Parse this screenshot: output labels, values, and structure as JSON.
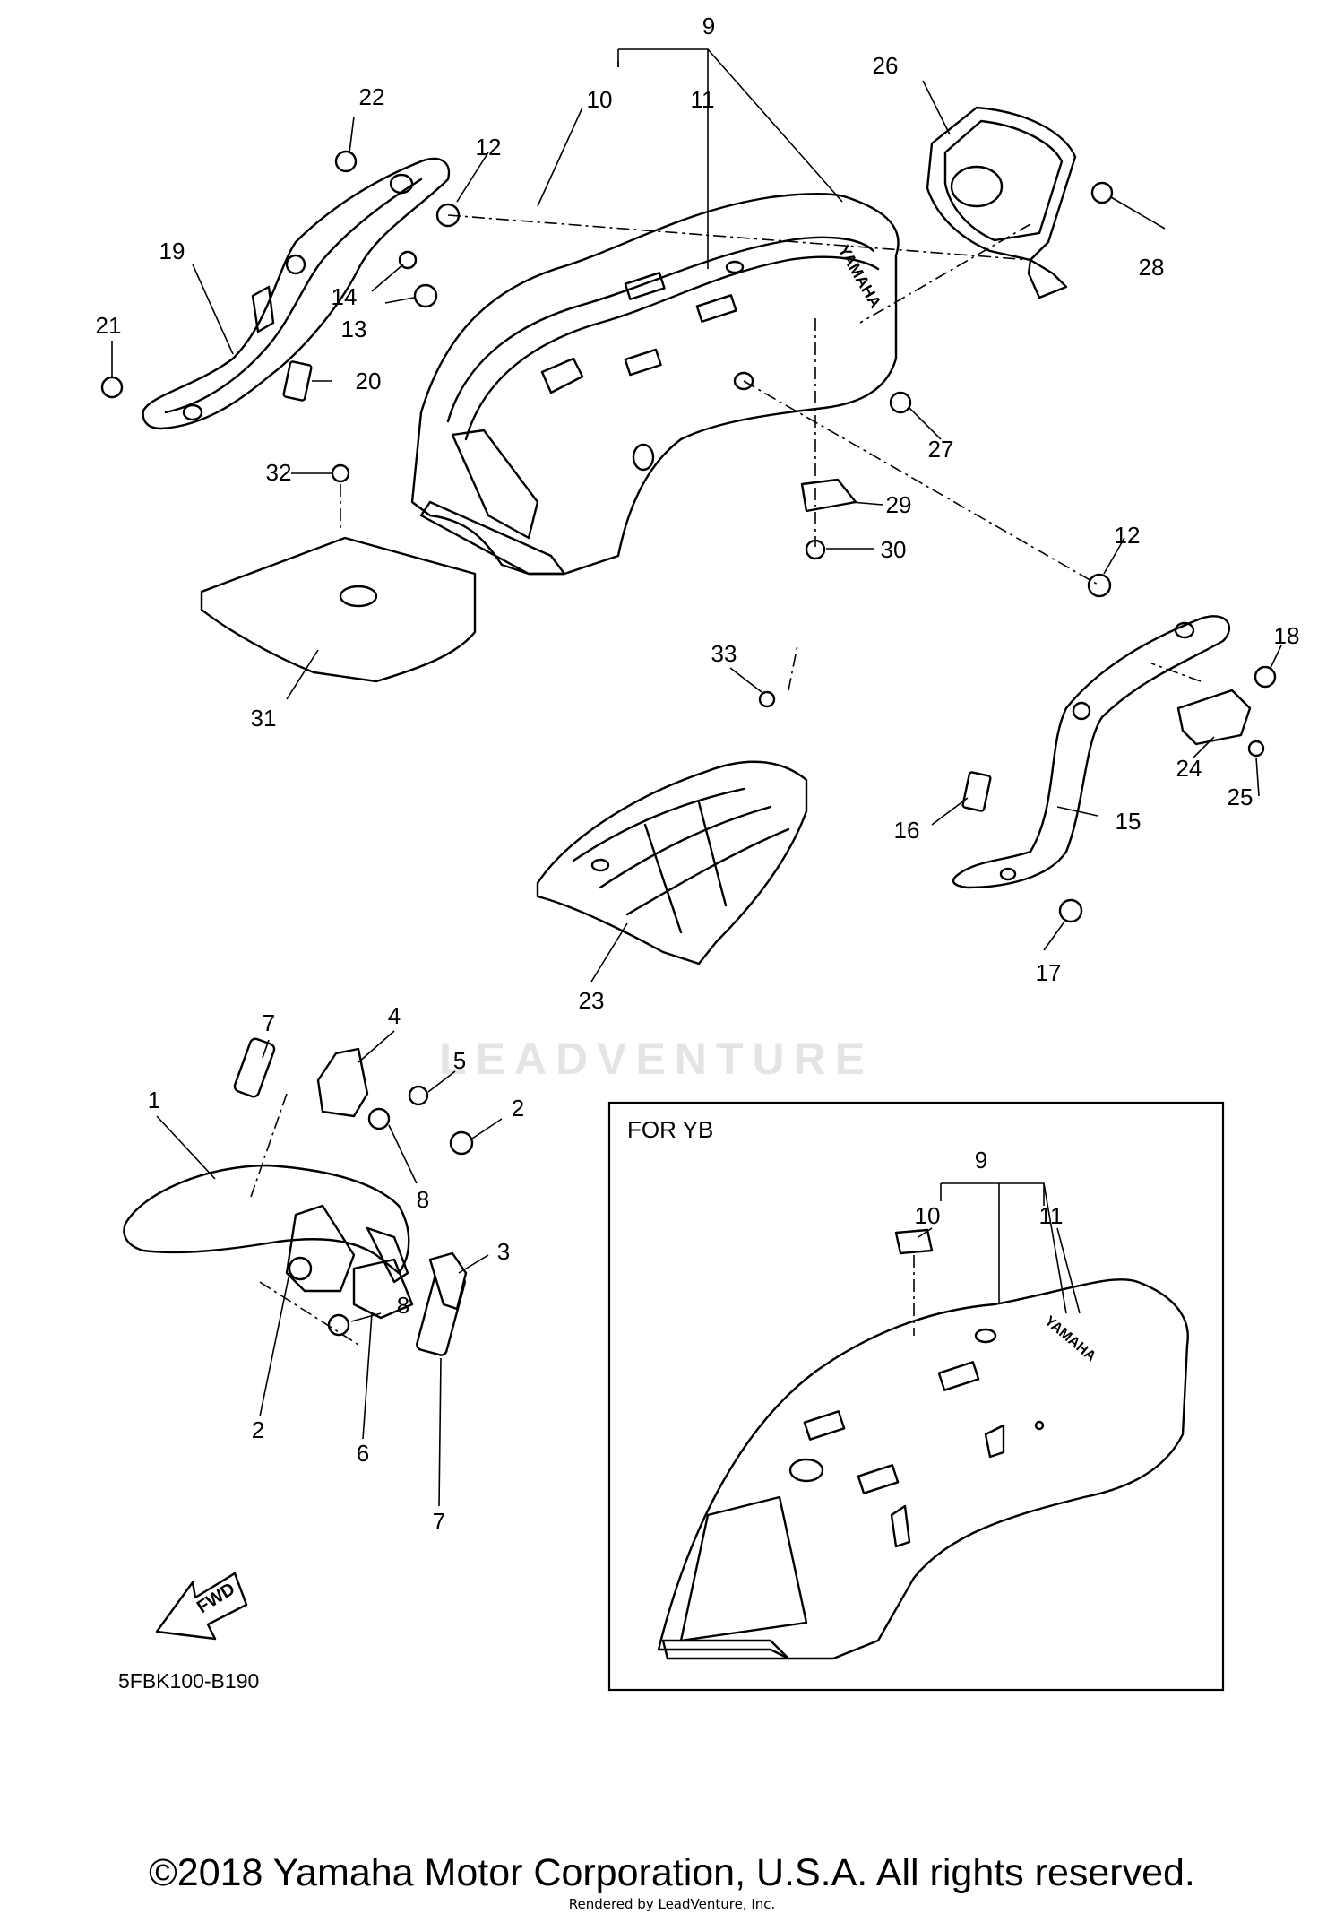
{
  "diagram": {
    "inset_title": "FOR YB",
    "diagram_code": "5FBK100-B190",
    "fwd_label": "FWD",
    "watermark": "LEADVENTURE",
    "footer": {
      "copyright": "©2018 Yamaha Motor Corporation, U.S.A. All rights reserved.",
      "rendered_by": "Rendered by LeadVenture, Inc."
    },
    "callouts": [
      {
        "id": "c9",
        "label": "9"
      },
      {
        "id": "c10",
        "label": "10"
      },
      {
        "id": "c11",
        "label": "11"
      },
      {
        "id": "c26",
        "label": "26"
      },
      {
        "id": "c22",
        "label": "22"
      },
      {
        "id": "c12a",
        "label": "12"
      },
      {
        "id": "c19",
        "label": "19"
      },
      {
        "id": "c14",
        "label": "14"
      },
      {
        "id": "c13",
        "label": "13"
      },
      {
        "id": "c21",
        "label": "21"
      },
      {
        "id": "c20",
        "label": "20"
      },
      {
        "id": "c28",
        "label": "28"
      },
      {
        "id": "c27",
        "label": "27"
      },
      {
        "id": "c32",
        "label": "32"
      },
      {
        "id": "c29",
        "label": "29"
      },
      {
        "id": "c30",
        "label": "30"
      },
      {
        "id": "c12b",
        "label": "12"
      },
      {
        "id": "c31",
        "label": "31"
      },
      {
        "id": "c33",
        "label": "33"
      },
      {
        "id": "c18",
        "label": "18"
      },
      {
        "id": "c24",
        "label": "24"
      },
      {
        "id": "c25",
        "label": "25"
      },
      {
        "id": "c16",
        "label": "16"
      },
      {
        "id": "c15",
        "label": "15"
      },
      {
        "id": "c23",
        "label": "23"
      },
      {
        "id": "c17",
        "label": "17"
      },
      {
        "id": "c7a",
        "label": "7"
      },
      {
        "id": "c4",
        "label": "4"
      },
      {
        "id": "c5",
        "label": "5"
      },
      {
        "id": "c1",
        "label": "1"
      },
      {
        "id": "c2a",
        "label": "2"
      },
      {
        "id": "c8a",
        "label": "8"
      },
      {
        "id": "c3",
        "label": "3"
      },
      {
        "id": "c8b",
        "label": "8"
      },
      {
        "id": "c2b",
        "label": "2"
      },
      {
        "id": "c6",
        "label": "6"
      },
      {
        "id": "c7b",
        "label": "7"
      },
      {
        "id": "c9i",
        "label": "9"
      },
      {
        "id": "c10i",
        "label": "10"
      },
      {
        "id": "c11i",
        "label": "11"
      }
    ],
    "fender_text": "YAMAHA"
  }
}
